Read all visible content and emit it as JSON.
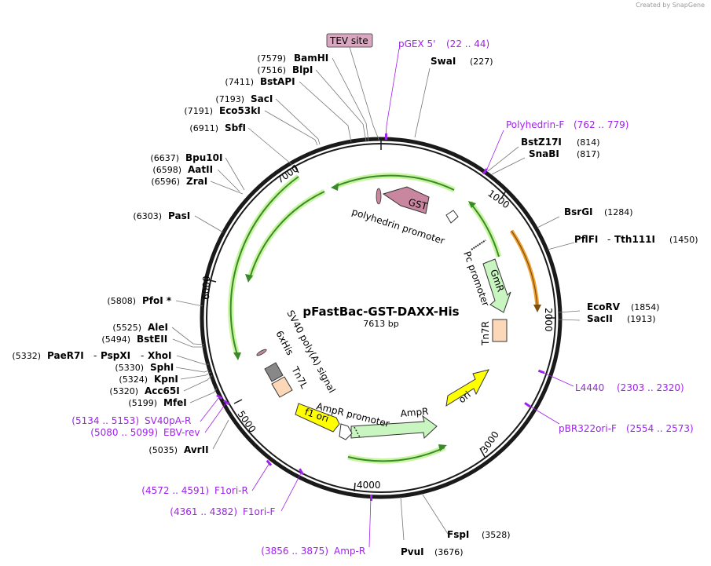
{
  "app": {
    "credit": "Created by SnapGene"
  },
  "plasmid": {
    "name": "pFastBac-GST-DAXX-His",
    "size_label": "7613 bp"
  },
  "colors": {
    "ring": "#1a1a1a",
    "primer": "#a020f0",
    "gst": "#c9879f",
    "gmr": "#c8f5c0",
    "ampr": "#c8f5c0",
    "ori": "#ffff00",
    "f1ori": "#ffff00",
    "tn7": "#fcd8b8",
    "orf_arrow": "#3a8a2a",
    "orf_glow": "#c8f5a0",
    "orange_arrow": "#f0a030"
  },
  "ticks": [
    "1000",
    "2000",
    "3000",
    "4000",
    "5000",
    "6000",
    "7000"
  ],
  "sites": [
    {
      "name": "BamHI",
      "pos": "(7579)"
    },
    {
      "name": "BlpI",
      "pos": "(7516)"
    },
    {
      "name": "BstAPI",
      "pos": "(7411)"
    },
    {
      "name": "SacI",
      "pos": "(7193)"
    },
    {
      "name": "Eco53kI",
      "pos": "(7191)"
    },
    {
      "name": "SbfI",
      "pos": "(6911)"
    },
    {
      "name": "Bpu10I",
      "pos": "(6637)"
    },
    {
      "name": "AatII",
      "pos": "(6598)"
    },
    {
      "name": "ZraI",
      "pos": "(6596)"
    },
    {
      "name": "PasI",
      "pos": "(6303)"
    },
    {
      "name": "PfoI *",
      "pos": "(5808)"
    },
    {
      "name": "AleI",
      "pos": "(5525)"
    },
    {
      "name": "BstEII",
      "pos": "(5494)"
    },
    {
      "name": "PaeR7I",
      "pos": "(5332)"
    },
    {
      "name": "PspXI",
      "pos": ""
    },
    {
      "name": "XhoI",
      "pos": ""
    },
    {
      "name": "SphI",
      "pos": "(5330)"
    },
    {
      "name": "KpnI",
      "pos": "(5324)"
    },
    {
      "name": "Acc65I",
      "pos": "(5320)"
    },
    {
      "name": "MfeI",
      "pos": "(5199)"
    },
    {
      "name": "AvrII",
      "pos": "(5035)"
    },
    {
      "name": "SwaI",
      "pos": "(227)"
    },
    {
      "name": "BstZ17I",
      "pos": "(814)"
    },
    {
      "name": "SnaBI",
      "pos": "(817)"
    },
    {
      "name": "BsrGI",
      "pos": "(1284)"
    },
    {
      "name": "PflFI",
      "pos": ""
    },
    {
      "name": "Tth111I",
      "pos": "(1450)"
    },
    {
      "name": "EcoRV",
      "pos": "(1854)"
    },
    {
      "name": "SacII",
      "pos": "(1913)"
    },
    {
      "name": "FspI",
      "pos": "(3528)"
    },
    {
      "name": "PvuI",
      "pos": "(3676)"
    }
  ],
  "primers": [
    {
      "name": "pGEX 5'",
      "range": "(22 .. 44)"
    },
    {
      "name": "Polyhedrin-F",
      "range": "(762 .. 779)"
    },
    {
      "name": "L4440",
      "range": "(2303 .. 2320)"
    },
    {
      "name": "pBR322ori-F",
      "range": "(2554 .. 2573)"
    },
    {
      "name": "Amp-R",
      "range": "(3856 .. 3875)"
    },
    {
      "name": "F1ori-F",
      "range": "(4361 .. 4382)"
    },
    {
      "name": "F1ori-R",
      "range": "(4572 .. 4591)"
    },
    {
      "name": "EBV-rev",
      "range": "(5080 .. 5099)"
    },
    {
      "name": "SV40pA-R",
      "range": "(5134 .. 5153)"
    }
  ],
  "features": {
    "tev_site": "TEV site",
    "gst": "GST",
    "polyhedrin_promoter": "polyhedrin promoter",
    "pc_promoter": "Pc promoter",
    "gmr": "GmR",
    "tn7r": "Tn7R",
    "ori": "ori",
    "ampr": "AmpR",
    "ampr_promoter": "AmpR promoter",
    "f1_ori": "f1 ori",
    "tn7l": "Tn7L",
    "his6": "6xHis",
    "sv40": "SV40 poly(A) signal"
  }
}
